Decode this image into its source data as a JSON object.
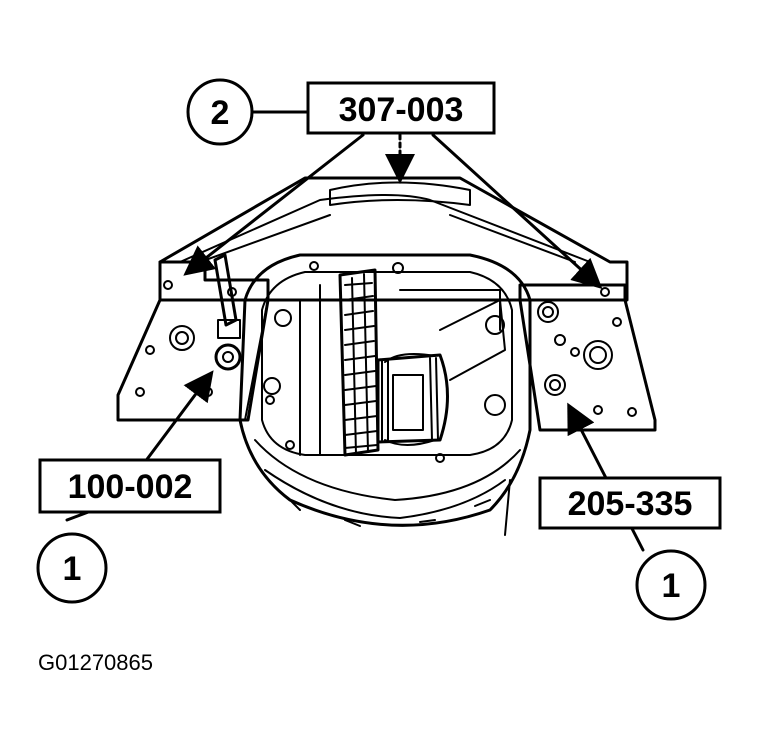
{
  "callouts": {
    "top_tool": "307-003",
    "left_tool": "100-002",
    "right_tool": "205-335",
    "top_step": "2",
    "left_step": "1",
    "right_step": "1"
  },
  "figure_code": "G01270865"
}
